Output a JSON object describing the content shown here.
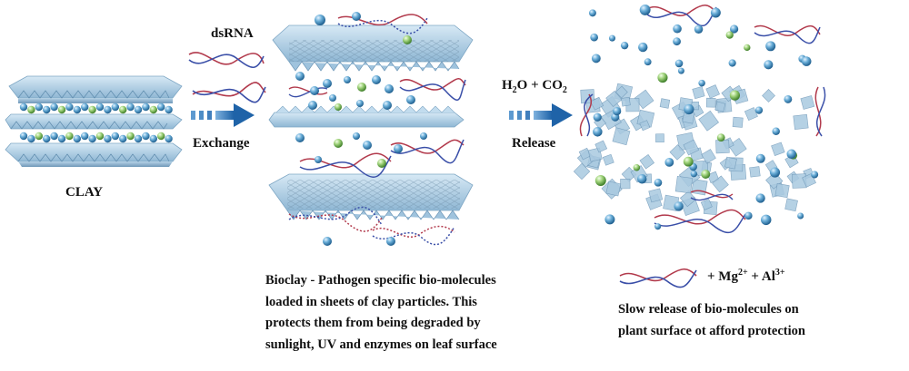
{
  "labels": {
    "clay": "CLAY",
    "dsrna": "dsRNA",
    "exchange": "Exchange",
    "h2o_co2_prefix": "H",
    "h2o_sub": "2",
    "h2o_co2_mid": "O + CO",
    "co2_sub": "2",
    "release": "Release",
    "ions_prefix": "+ Mg",
    "mg_sup": "2+",
    "ions_mid": " + Al",
    "al_sup": "3+"
  },
  "captions": {
    "bioclay": [
      "Bioclay - Pathogen specific bio-molecules",
      "loaded in sheets of clay particles. This",
      "protects them from being degraded by",
      "sunlight, UV and enzymes on leaf surface"
    ],
    "release": [
      "Slow release of bio-molecules on",
      "plant surface ot afford protection"
    ]
  },
  "colors": {
    "clay_sheet": "#a9c9e0",
    "clay_sheet_dark": "#6f98b8",
    "sphere_blue": "#3e8dbf",
    "sphere_green": "#7fbf5a",
    "strand_red": "#b23a4c",
    "strand_blue": "#3a4fa8",
    "arrow": "#2f74b5"
  }
}
